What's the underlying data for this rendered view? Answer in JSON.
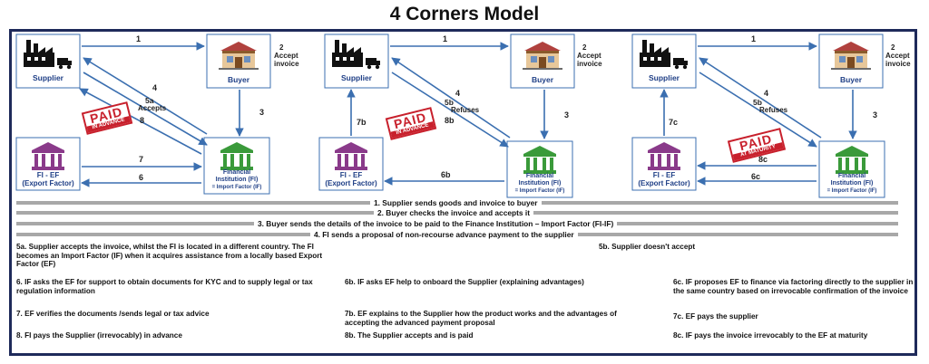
{
  "title": "4 Corners Model",
  "panels": [
    {
      "supplier": "Supplier",
      "buyer": "Buyer",
      "accept": [
        "Accept",
        "invoice"
      ],
      "fi_ef": [
        "FI - EF",
        "(Export Factor)"
      ],
      "fi": [
        "Financial",
        "Institution (FI)",
        "= Import Factor (IF)"
      ],
      "arrows": {
        "a1": "1",
        "a2": "2",
        "a3": "3",
        "a4": "4",
        "a5": "5a",
        "a5_word": "Accepts",
        "a8": "8",
        "a7": "7",
        "a6": "6"
      },
      "stamp": {
        "big": "PAID",
        "small": "IN ADVANCE"
      }
    },
    {
      "supplier": "Supplier",
      "buyer": "Buyer",
      "accept": [
        "Accept",
        "invoice"
      ],
      "fi_ef": [
        "FI - EF",
        "(Export Factor)"
      ],
      "fi": [
        "Financial",
        "Institution (FI)",
        "= Import Factor (IF)"
      ],
      "arrows": {
        "a1": "1",
        "a2": "2",
        "a3": "3",
        "a4": "4",
        "a5": "5b",
        "a5_word": "Refuses",
        "a8": "8b",
        "a7": "7b",
        "a6": "6b"
      },
      "stamp": {
        "big": "PAID",
        "small": "IN ADVANCE"
      }
    },
    {
      "supplier": "Supplier",
      "buyer": "Buyer",
      "accept": [
        "Accept",
        "invoice"
      ],
      "fi_ef": [
        "FI - EF",
        "(Export Factor)"
      ],
      "fi": [
        "Financial",
        "Institution (FI)",
        "= Import Factor (IF)"
      ],
      "arrows": {
        "a1": "1",
        "a2": "2",
        "a3": "3",
        "a4": "4",
        "a5": "5b",
        "a5_word": "Refuses",
        "a8": "8c",
        "a7": "7c",
        "a6": "6c"
      },
      "stamp": {
        "big": "PAID",
        "small": "AT MATURITY"
      }
    }
  ],
  "steps": {
    "s1": "1. Supplier sends goods and invoice to buyer",
    "s2": "2. Buyer checks the invoice and accepts it",
    "s3": "3. Buyer sends the details of the invoice to be paid to the Finance Institution – Import Factor  (FI-IF)",
    "s4": "4. FI sends a proposal of non-recourse advance payment to the supplier"
  },
  "notes": {
    "n5a": "5a. Supplier accepts the invoice, whilst the FI is located in a different country. The FI becomes an Import Factor (IF) when it acquires assistance from a locally based Export Factor (EF)",
    "n6": "6. IF asks the EF for support to obtain documents for KYC and to supply legal or tax regulation information",
    "n7": "7. EF verifies the documents /sends legal or tax advice",
    "n8": "8. FI pays the Supplier (irrevocably) in advance",
    "n5b": "5b. Supplier doesn't accept",
    "n6b": "6b. IF asks EF help to onboard the Supplier (explaining advantages)",
    "n7b": "7b. EF explains to the Supplier how the product works and the advantages of accepting the advanced payment proposal",
    "n8b": "8b. The Supplier accepts and is paid",
    "n6c": "6c. IF proposes EF to finance via factoring directly to the supplier in the same country based on irrevocable confirmation of the invoice",
    "n7c": "7c. EF pays the supplier",
    "n8c": "8c. IF pays the invoice irrevocably to the EF at  maturity"
  },
  "colors": {
    "arrow": "#3b6fb0",
    "frame": "#1e2a5a",
    "stamp": "#c8202c",
    "label": "#1f3f86",
    "fi_green": "#3a9a3a",
    "ef_purple": "#8a3a8a",
    "band": "#a8a8a8"
  },
  "icons": [
    "factory-icon",
    "store-icon",
    "bank-icon"
  ]
}
